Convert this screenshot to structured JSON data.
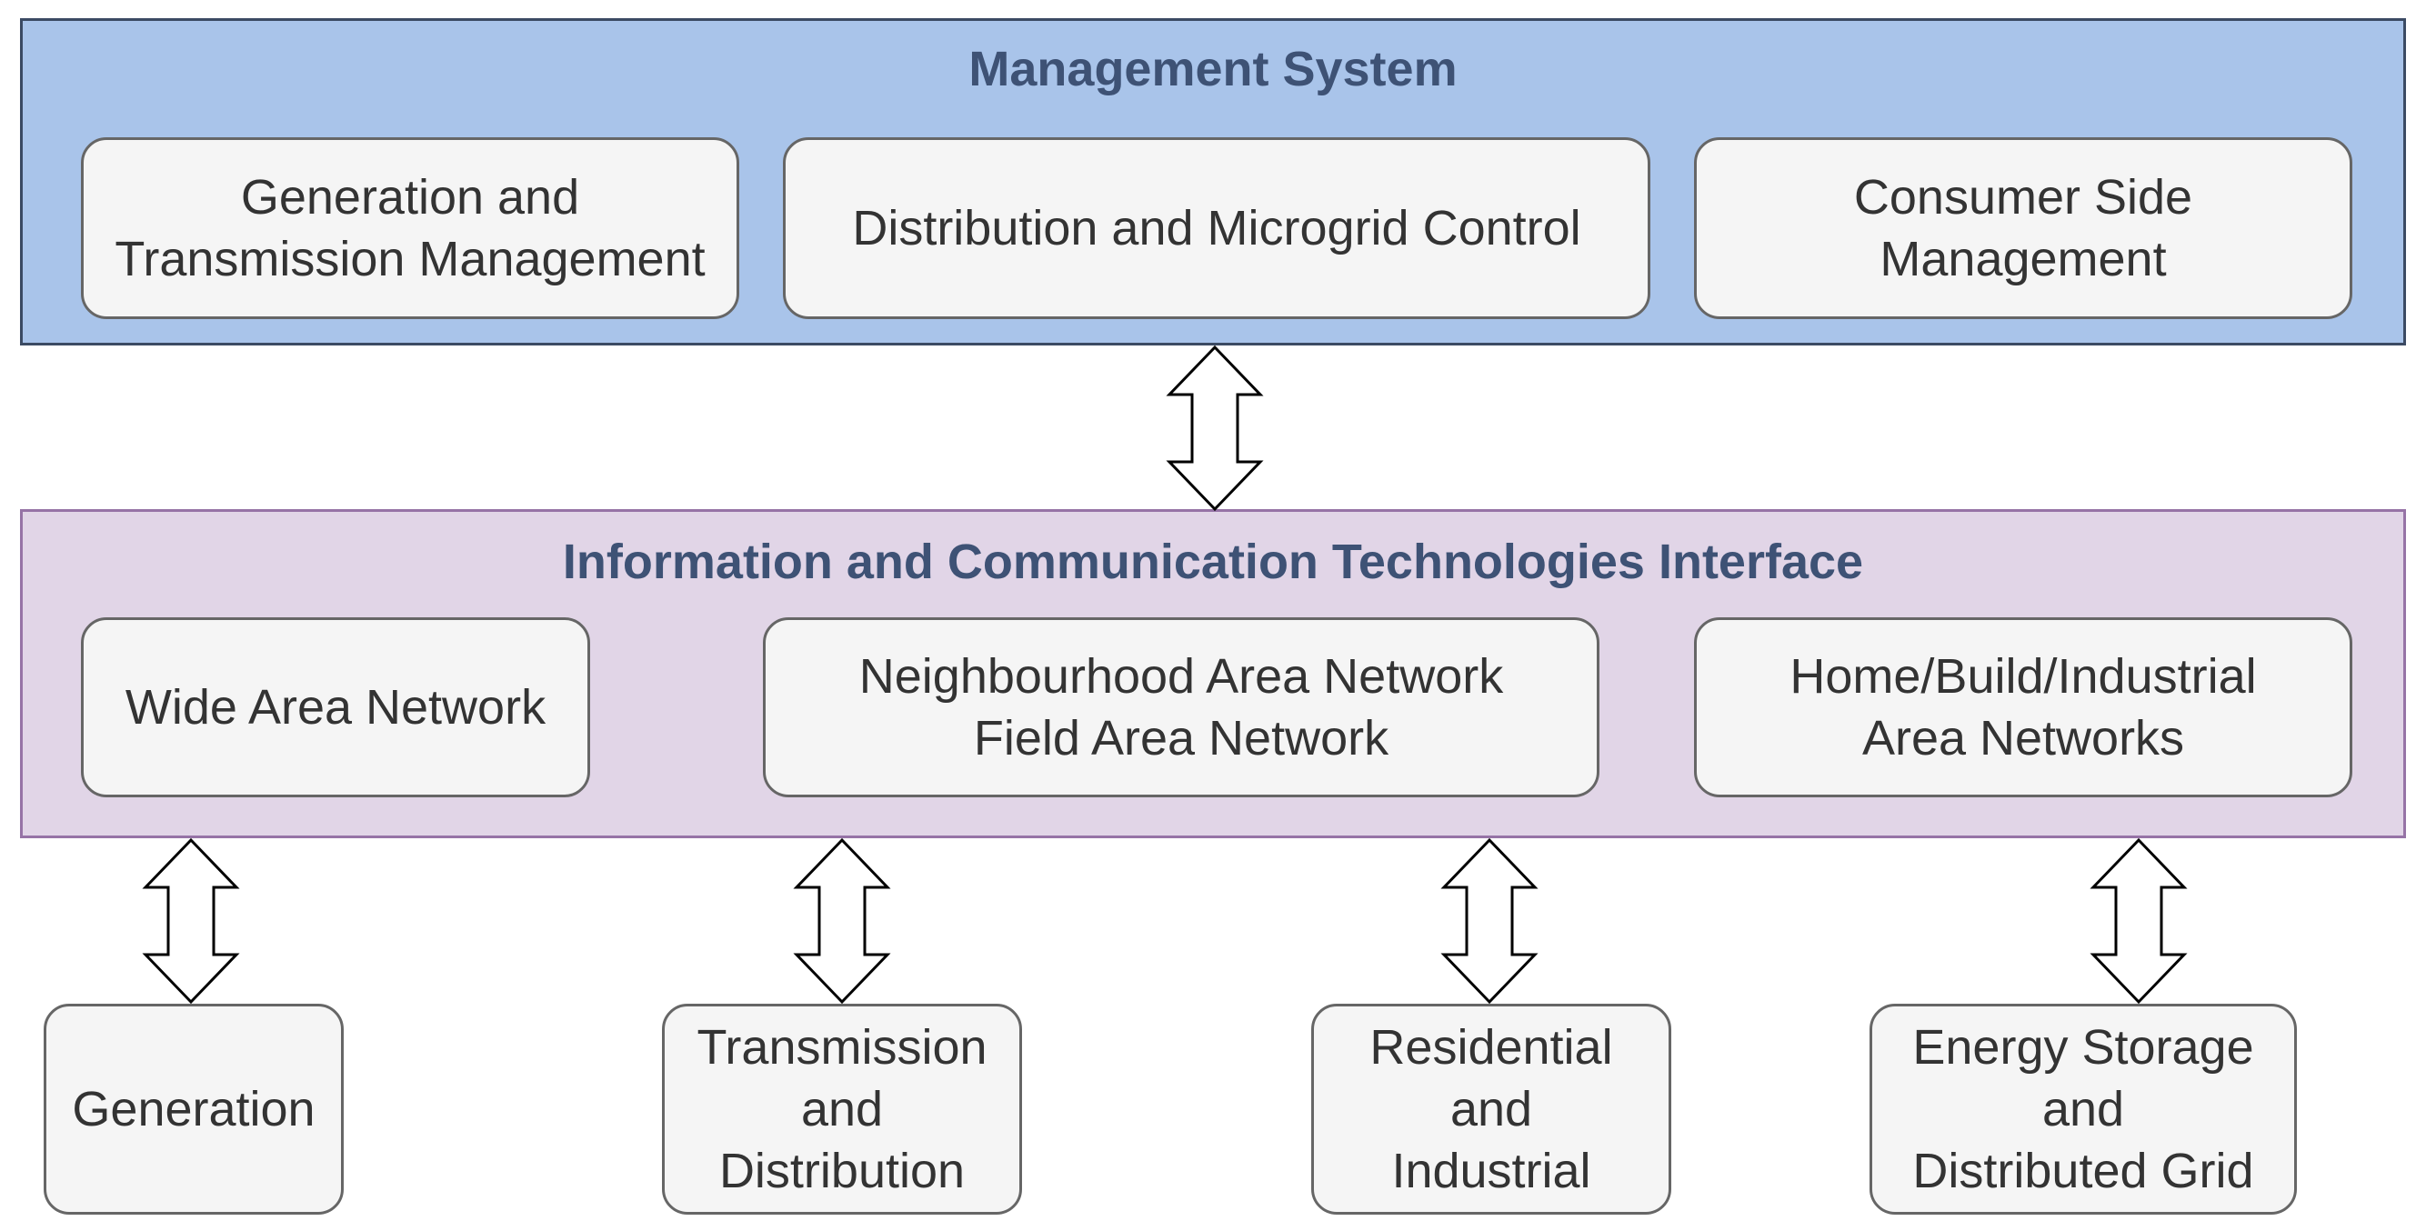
{
  "management": {
    "title": "Management System",
    "boxes": [
      "Generation and\nTransmission Management",
      "Distribution and Microgrid Control",
      "Consumer Side\nManagement"
    ]
  },
  "ict": {
    "title": "Information and Communication Technologies Interface",
    "boxes": [
      "Wide Area Network",
      "Neighbourhood Area Network\nField Area Network",
      "Home/Build/Industrial\nArea Networks"
    ]
  },
  "domains": [
    "Generation",
    "Transmission\nand Distribution",
    "Residential and\nIndustrial",
    "Energy Storage and\nDistributed Grid"
  ],
  "colors": {
    "management_fill": "#a9c4ea",
    "ict_fill": "#e1d5e7",
    "box_fill": "#f5f5f5",
    "title_text": "#3e5275"
  }
}
